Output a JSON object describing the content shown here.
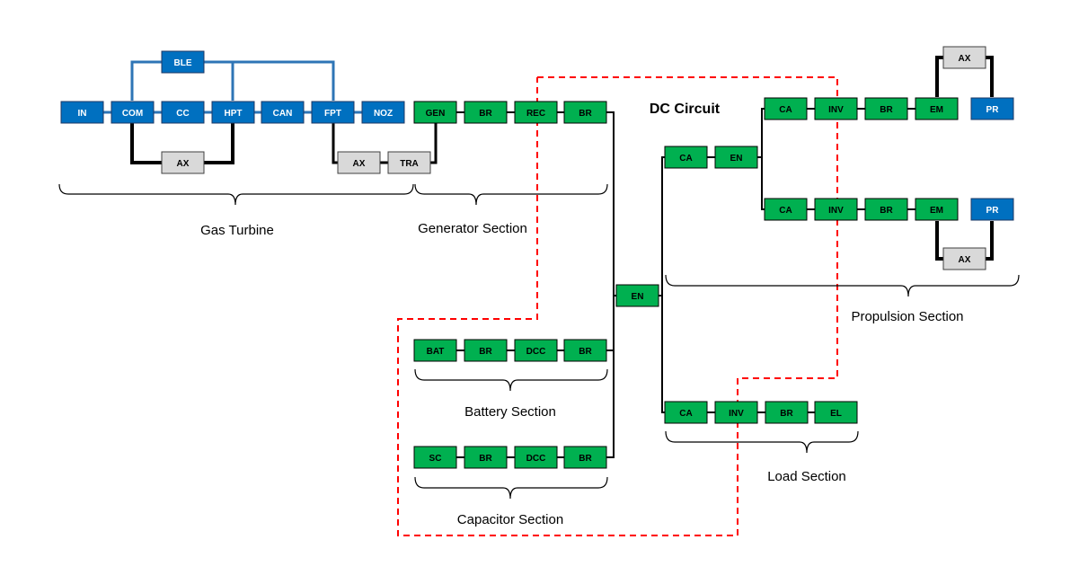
{
  "diagram": {
    "dc_title": "DC Circuit",
    "colors": {
      "blue": "#0070c0",
      "green": "#00b050",
      "grey": "#d9d9d9",
      "line_blue": "#2e75b6",
      "line_black": "#000000",
      "dashed_red": "#ff0000"
    },
    "sections": {
      "gas_turbine": "Gas Turbine",
      "generator": "Generator Section",
      "battery": "Battery Section",
      "capacitor": "Capacitor Section",
      "load": "Load Section",
      "propulsion": "Propulsion Section"
    },
    "nodes": {
      "gt_in": "IN",
      "gt_com": "COM",
      "gt_cc": "CC",
      "gt_hpt": "HPT",
      "gt_can": "CAN",
      "gt_fpt": "FPT",
      "gt_noz": "NOZ",
      "gt_ble": "BLE",
      "gt_ax": "AX",
      "gt_ax2": "AX",
      "gt_tra": "TRA",
      "gen_gen": "GEN",
      "gen_br1": "BR",
      "gen_rec": "REC",
      "gen_br2": "BR",
      "bat_bat": "BAT",
      "bat_br1": "BR",
      "bat_dcc": "DCC",
      "bat_br2": "BR",
      "cap_sc": "SC",
      "cap_br1": "BR",
      "cap_dcc": "DCC",
      "cap_br2": "BR",
      "main_en": "EN",
      "prop_ca": "CA",
      "prop_en": "EN",
      "prop_t_ca": "CA",
      "prop_t_inv": "INV",
      "prop_t_br": "BR",
      "prop_t_em": "EM",
      "prop_t_pr": "PR",
      "prop_t_ax": "AX",
      "prop_b_ca": "CA",
      "prop_b_inv": "INV",
      "prop_b_br": "BR",
      "prop_b_em": "EM",
      "prop_b_pr": "PR",
      "prop_b_ax": "AX",
      "load_ca": "CA",
      "load_inv": "INV",
      "load_br": "BR",
      "load_el": "EL"
    }
  }
}
